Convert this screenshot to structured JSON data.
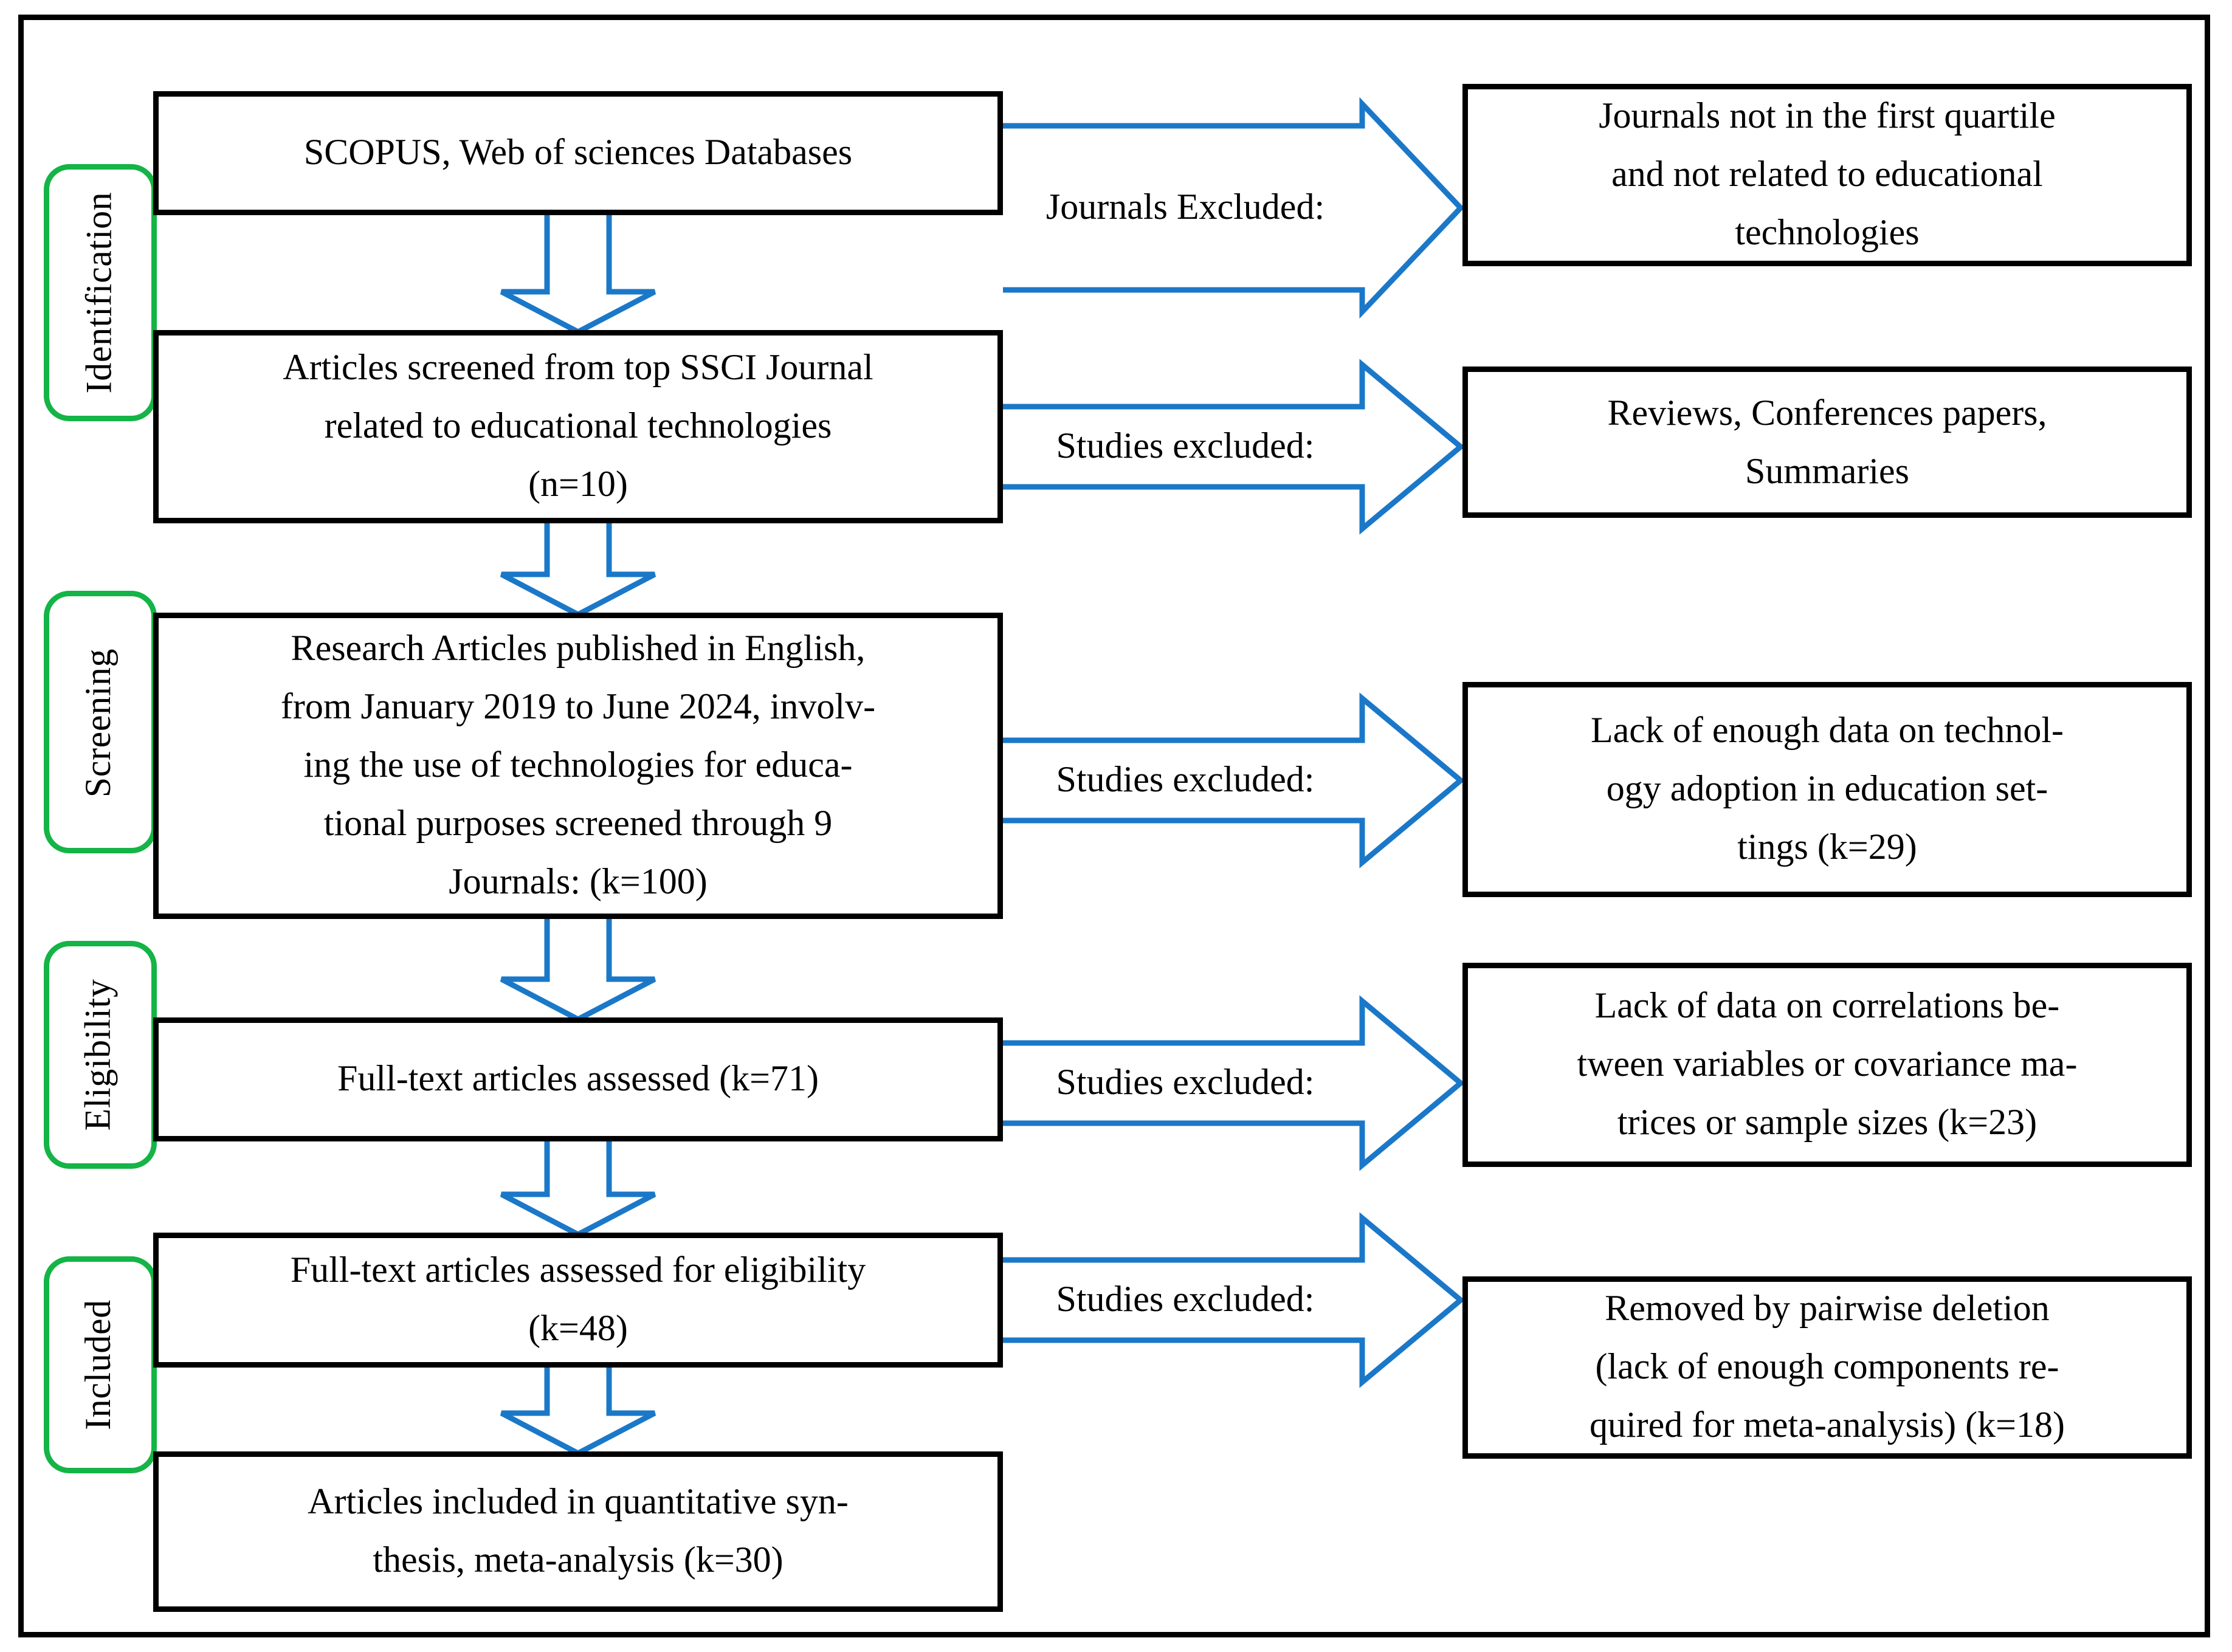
{
  "stages": [
    {
      "label": "Identification"
    },
    {
      "label": "Screening"
    },
    {
      "label": "Eligibility"
    },
    {
      "label": "Included"
    }
  ],
  "process_boxes": [
    {
      "text": "SCOPUS, Web of sciences Databases"
    },
    {
      "text": "Articles screened from top SSCI Journal\nrelated to educational technologies\n(n=10)"
    },
    {
      "text": "Research Articles published in English,\nfrom January 2019 to June 2024, involv-\ning the use of technologies for educa-\ntional purposes screened through 9\nJournals: (k=100)"
    },
    {
      "text": "Full-text articles assessed (k=71)"
    },
    {
      "text": "Full-text articles assessed for eligibility\n(k=48)"
    },
    {
      "text": "Articles included in quantitative syn-\nthesis, meta-analysis (k=30)"
    }
  ],
  "exclusion_boxes": [
    {
      "text": "Journals not in the first quartile\nand not related to educational\ntechnologies"
    },
    {
      "text": "Reviews, Conferences papers,\nSummaries"
    },
    {
      "text": "Lack of enough data on technol-\nogy adoption in education set-\ntings (k=29)"
    },
    {
      "text": "Lack of data on correlations be-\ntween variables or covariance ma-\ntrices or sample sizes (k=23)"
    },
    {
      "text": "Removed by pairwise deletion\n(lack of enough components re-\nquired for meta-analysis) (k=18)"
    }
  ],
  "arrow_labels": [
    {
      "text": "Journals Excluded:"
    },
    {
      "text": "Studies excluded:"
    },
    {
      "text": "Studies excluded:"
    },
    {
      "text": "Studies excluded:"
    },
    {
      "text": "Studies excluded:"
    }
  ],
  "colors": {
    "arrow_blue": "#1B78C8",
    "stage_green": "#14B446",
    "box_border": "#000000",
    "text": "#000000",
    "background": "#FFFFFF"
  }
}
